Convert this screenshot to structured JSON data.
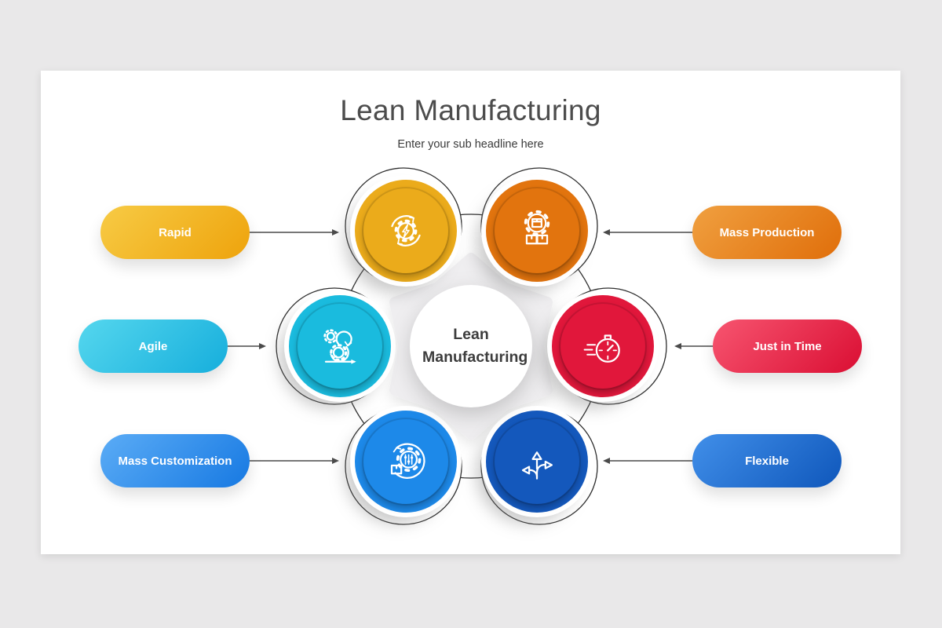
{
  "page": {
    "background_color": "#e9e8e9",
    "canvas_color": "#ffffff"
  },
  "header": {
    "title": "Lean Manufacturing",
    "subtitle": "Enter your sub headline here"
  },
  "center": {
    "label": "Lean Manufacturing"
  },
  "items": [
    {
      "id": "rapid",
      "label": "Rapid",
      "side": "left",
      "icon": "gear-lightning-cycle-icon",
      "circle_color": "#EBAB1B",
      "pill_gradient": [
        "#F7CB45",
        "#EEA30C"
      ]
    },
    {
      "id": "mass-production",
      "label": "Mass Production",
      "side": "right",
      "icon": "gear-packages-icon",
      "circle_color": "#E2740E",
      "pill_gradient": [
        "#F0A040",
        "#E06E0A"
      ]
    },
    {
      "id": "agile",
      "label": "Agile",
      "side": "left",
      "icon": "agile-sprint-gears-icon",
      "circle_color": "#1ABBDE",
      "pill_gradient": [
        "#55D7EE",
        "#16AEDC"
      ]
    },
    {
      "id": "just-in-time",
      "label": "Just in Time",
      "side": "right",
      "icon": "stopwatch-speed-icon",
      "circle_color": "#E1173B",
      "pill_gradient": [
        "#F75570",
        "#DA0E33"
      ]
    },
    {
      "id": "mass-customization",
      "label": "Mass Customization",
      "side": "left",
      "icon": "gear-sliders-box-icon",
      "circle_color": "#1D89E9",
      "pill_gradient": [
        "#5BACF6",
        "#1779E2"
      ]
    },
    {
      "id": "flexible",
      "label": "Flexible",
      "side": "right",
      "icon": "three-way-arrows-icon",
      "circle_color": "#1458BC",
      "pill_gradient": [
        "#418FE9",
        "#0F57BB"
      ]
    }
  ],
  "connector_color": "#4a4a4a",
  "outline_color": "#2e2e2e",
  "star_color": "#efeef0"
}
